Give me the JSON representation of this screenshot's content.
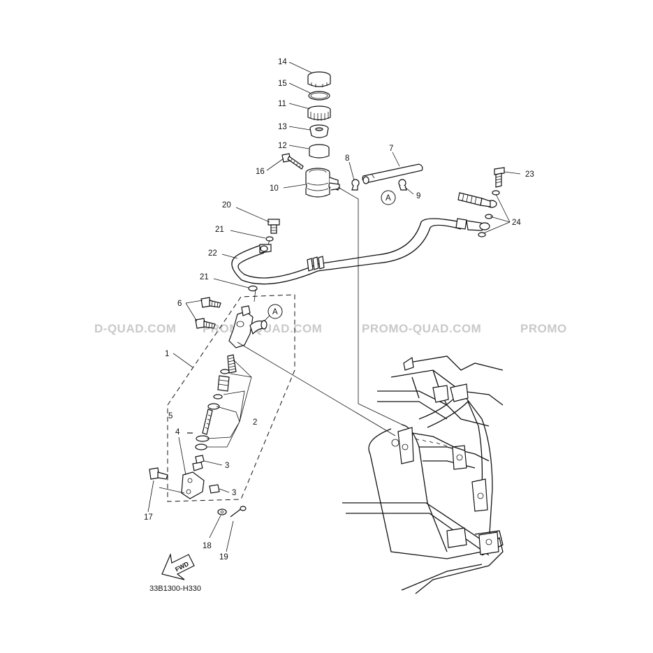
{
  "diagram": {
    "code": "33B1300-H330",
    "watermarks": [
      "D-QUAD.COM",
      "PROMO-QUAD.COM",
      "PROMO-QUAD.COM",
      "PROMO"
    ],
    "fwd_label": "FWD",
    "ref_label": "A",
    "callouts": {
      "c1": "1",
      "c2": "2",
      "c3a": "3",
      "c3b": "3",
      "c4": "4",
      "c5": "5",
      "c6": "6",
      "c7": "7",
      "c8": "8",
      "c9": "9",
      "c10": "10",
      "c11": "11",
      "c12": "12",
      "c13": "13",
      "c14": "14",
      "c15": "15",
      "c16": "16",
      "c17": "17",
      "c18": "18",
      "c19": "19",
      "c20": "20",
      "c21a": "21",
      "c21b": "21",
      "c22": "22",
      "c23": "23",
      "c24": "24"
    }
  }
}
